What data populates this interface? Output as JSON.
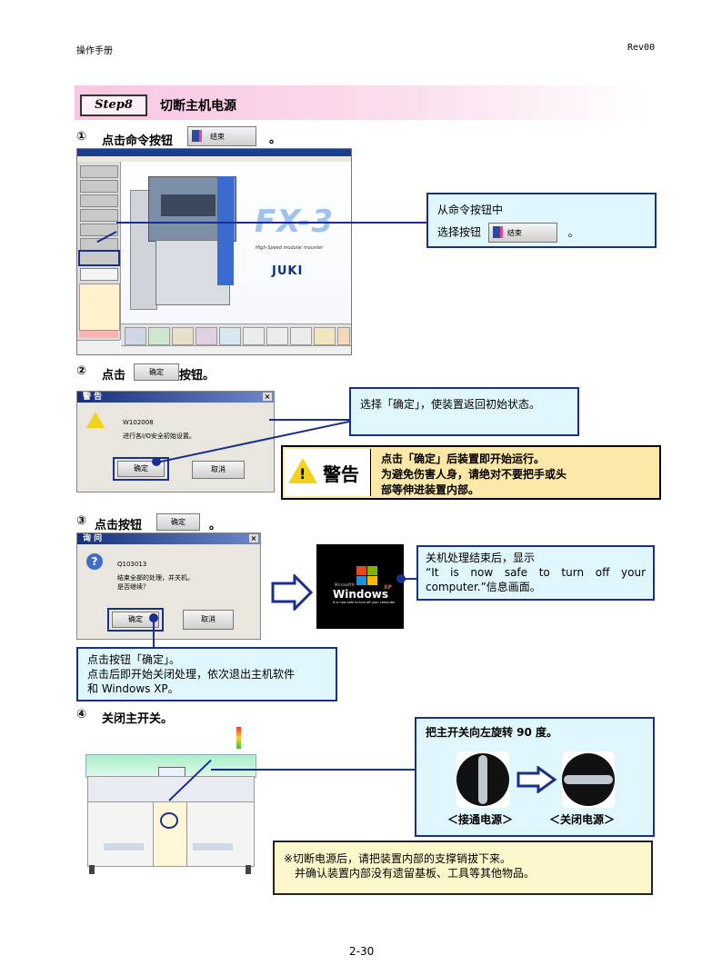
{
  "header": {
    "left": "操作手册",
    "right": "Rev00"
  },
  "step": {
    "label": "Step8",
    "title": "切断主机电源"
  },
  "s1": {
    "num": "①",
    "text": "点击命令按钮",
    "btn": "结束",
    "end": "。",
    "callout_l1": "从命令按钮中",
    "callout_l2": "选择按钮",
    "callout_btn": "结束",
    "callout_end": "。",
    "brand": "JUKI",
    "model": "FX-3",
    "subtitle": "High-Speed modular mounter"
  },
  "s2": {
    "num": "②",
    "text1": "点击",
    "btn": "确定",
    "text2": "按钮。",
    "dlg_title": "警 告",
    "code": "W102008",
    "msg": "进行各I/O安全初始设置。",
    "ok": "确定",
    "cancel": "取消",
    "callout": "选择「确定」，使装置返回初始状态。",
    "warn_label": "警告",
    "warn_l1": "点击「确定」后装置即开始运行。",
    "warn_l2": "为避免伤害人身，请绝对不要把手或头",
    "warn_l3": "部等伸进装置内部。"
  },
  "s3": {
    "num": "③",
    "text": "点击按钮",
    "btn": "确定",
    "end": "。",
    "dlg_title": "询 问",
    "code": "Q103013",
    "msg1": "结束全部的处理，并关机。",
    "msg2": "是否继续？",
    "ok": "确定",
    "cancel": "取消",
    "win_brand": "Windows",
    "win_ms": "Microsoft®",
    "win_xp": "XP",
    "win_msg": "It is now safe to turn off your computer",
    "callout_l1": "关机处理结束后，显示",
    "callout_l2": "“It is now safe to turn off your computer.”信息画面。",
    "bottom_l1": "点击按钮「确定」。",
    "bottom_l2": "点击后即开始关闭处理，依次退出主机软件",
    "bottom_l3": "和 Windows XP。"
  },
  "s4": {
    "num": "④",
    "text": "关闭主开关。",
    "callout_title": "把主开关向左旋转 90 度。",
    "on_label": "＜接通电源＞",
    "off_label": "＜关闭电源＞",
    "note_l1": "※切断电源后，请把装置内部的支撑销拔下来。",
    "note_l2": "并确认装置内部没有遗留基板、工具等其他物品。"
  },
  "footer": {
    "page": "2-30"
  }
}
